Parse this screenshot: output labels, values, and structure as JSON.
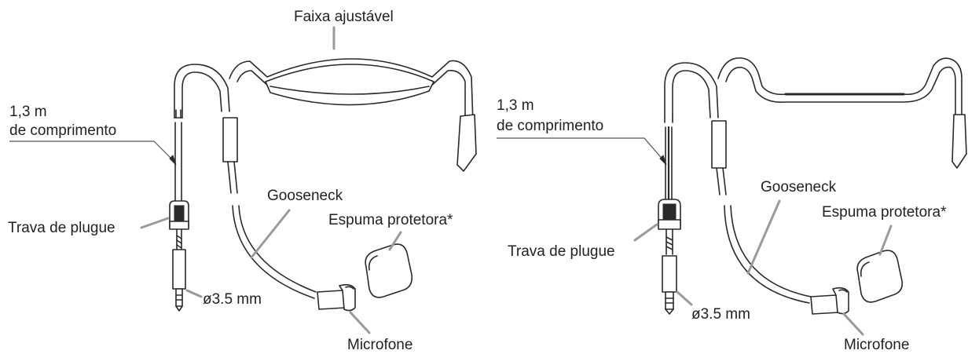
{
  "diagrams": [
    {
      "labels": {
        "band": "Faixa ajustável",
        "length_line1": "1,3 m",
        "length_line2": "de comprimento",
        "plug_lock": "Trava de plugue",
        "gooseneck": "Gooseneck",
        "windscreen": "Espuma protetora*",
        "jack": "ø3.5 mm",
        "microphone": "Microfone"
      }
    },
    {
      "labels": {
        "length_line1": "1,3  m",
        "length_line2": "de comprimento",
        "plug_lock": "Trava de plugue",
        "gooseneck": "Gooseneck",
        "windscreen": "Espuma protetora*",
        "jack": "ø3.5 mm",
        "microphone": "Microfone"
      }
    }
  ]
}
